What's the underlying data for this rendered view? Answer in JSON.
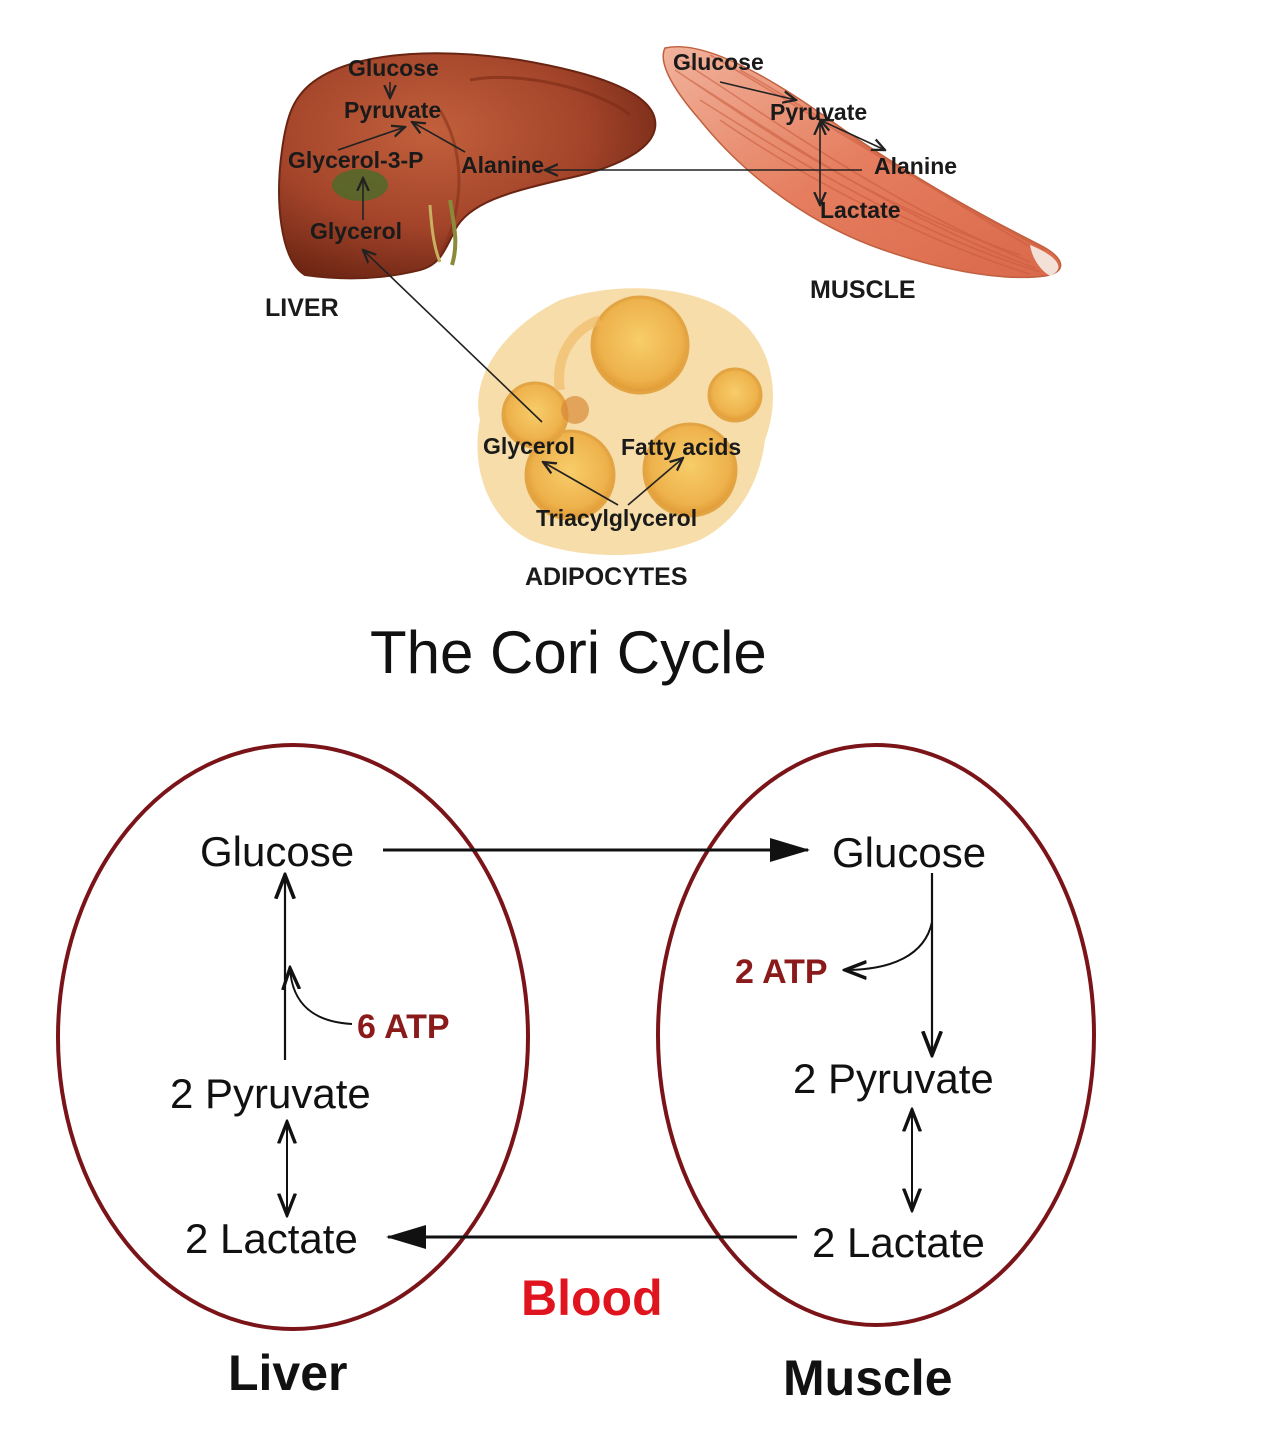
{
  "top_figure": {
    "liver": {
      "title": "LIVER",
      "labels": {
        "glucose": "Glucose",
        "pyruvate": "Pyruvate",
        "glycerol3p": "Glycerol-3-P",
        "alanine": "Alanine",
        "glycerol": "Glycerol"
      }
    },
    "muscle": {
      "title": "MUSCLE",
      "labels": {
        "glucose": "Glucose",
        "pyruvate": "Pyruvate",
        "alanine": "Alanine",
        "lactate": "Lactate"
      }
    },
    "adipocytes": {
      "title": "ADIPOCYTES",
      "labels": {
        "glycerol": "Glycerol",
        "fatty_acids": "Fatty acids",
        "triacylglycerol": "Triacylglycerol"
      }
    }
  },
  "diagram_title": "The Cori Cycle",
  "cori_cycle": {
    "liver": {
      "label": "Liver",
      "glucose": "Glucose",
      "atp": "6 ATP",
      "pyruvate": "2 Pyruvate",
      "lactate": "2 Lactate"
    },
    "muscle": {
      "label": "Muscle",
      "glucose": "Glucose",
      "atp": "2 ATP",
      "pyruvate": "2 Pyruvate",
      "lactate": "2 Lactate"
    },
    "blood_label": "Blood"
  },
  "colors": {
    "oval_stroke": "#7a1418",
    "atp_text": "#8b1a1a",
    "blood_text": "#e0141e",
    "liver_fill": "#a8472c",
    "muscle_fill": "#e48a6c",
    "adipocyte_fill": "#f3c67a"
  }
}
